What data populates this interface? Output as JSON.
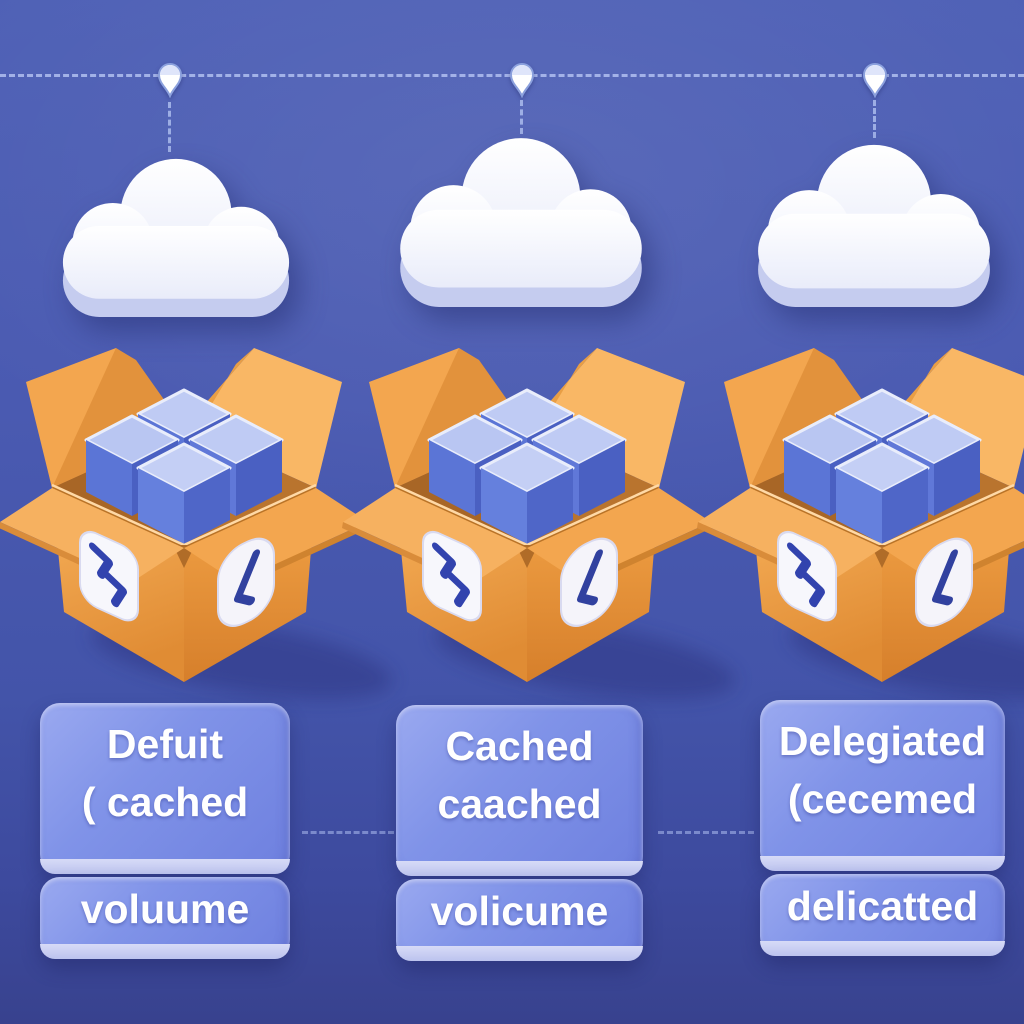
{
  "illustration": {
    "description_visible_text_only": true,
    "palette": {
      "background_top": "#4f61b6",
      "background_bottom": "#38428e",
      "dashed_line": "#b0c0f0",
      "cloud_white": "#ffffff",
      "cloud_bevel": "#c5ccef",
      "box_orange": "#f2a44e",
      "box_orange_dark": "#d9852f",
      "cube_top": "#bfcbf4",
      "cube_side": "#5b75d6",
      "card_fill": "#7e90e6",
      "card_bevel": "#c7cdf3",
      "card_text": "#ffffff",
      "badge_glyph": "#3243ae"
    }
  },
  "columns": [
    {
      "id": "column-1",
      "top_card": {
        "line1": "Defuit",
        "line2": "( cached"
      },
      "bottom_card": {
        "label": "voluume"
      }
    },
    {
      "id": "column-2",
      "top_card": {
        "line1": "Cached",
        "line2": "caached"
      },
      "bottom_card": {
        "label": "volicume"
      }
    },
    {
      "id": "column-3",
      "top_card": {
        "line1": "Delegiated",
        "line2": "(cecemed"
      },
      "bottom_card": {
        "label": "delicatted"
      }
    }
  ]
}
